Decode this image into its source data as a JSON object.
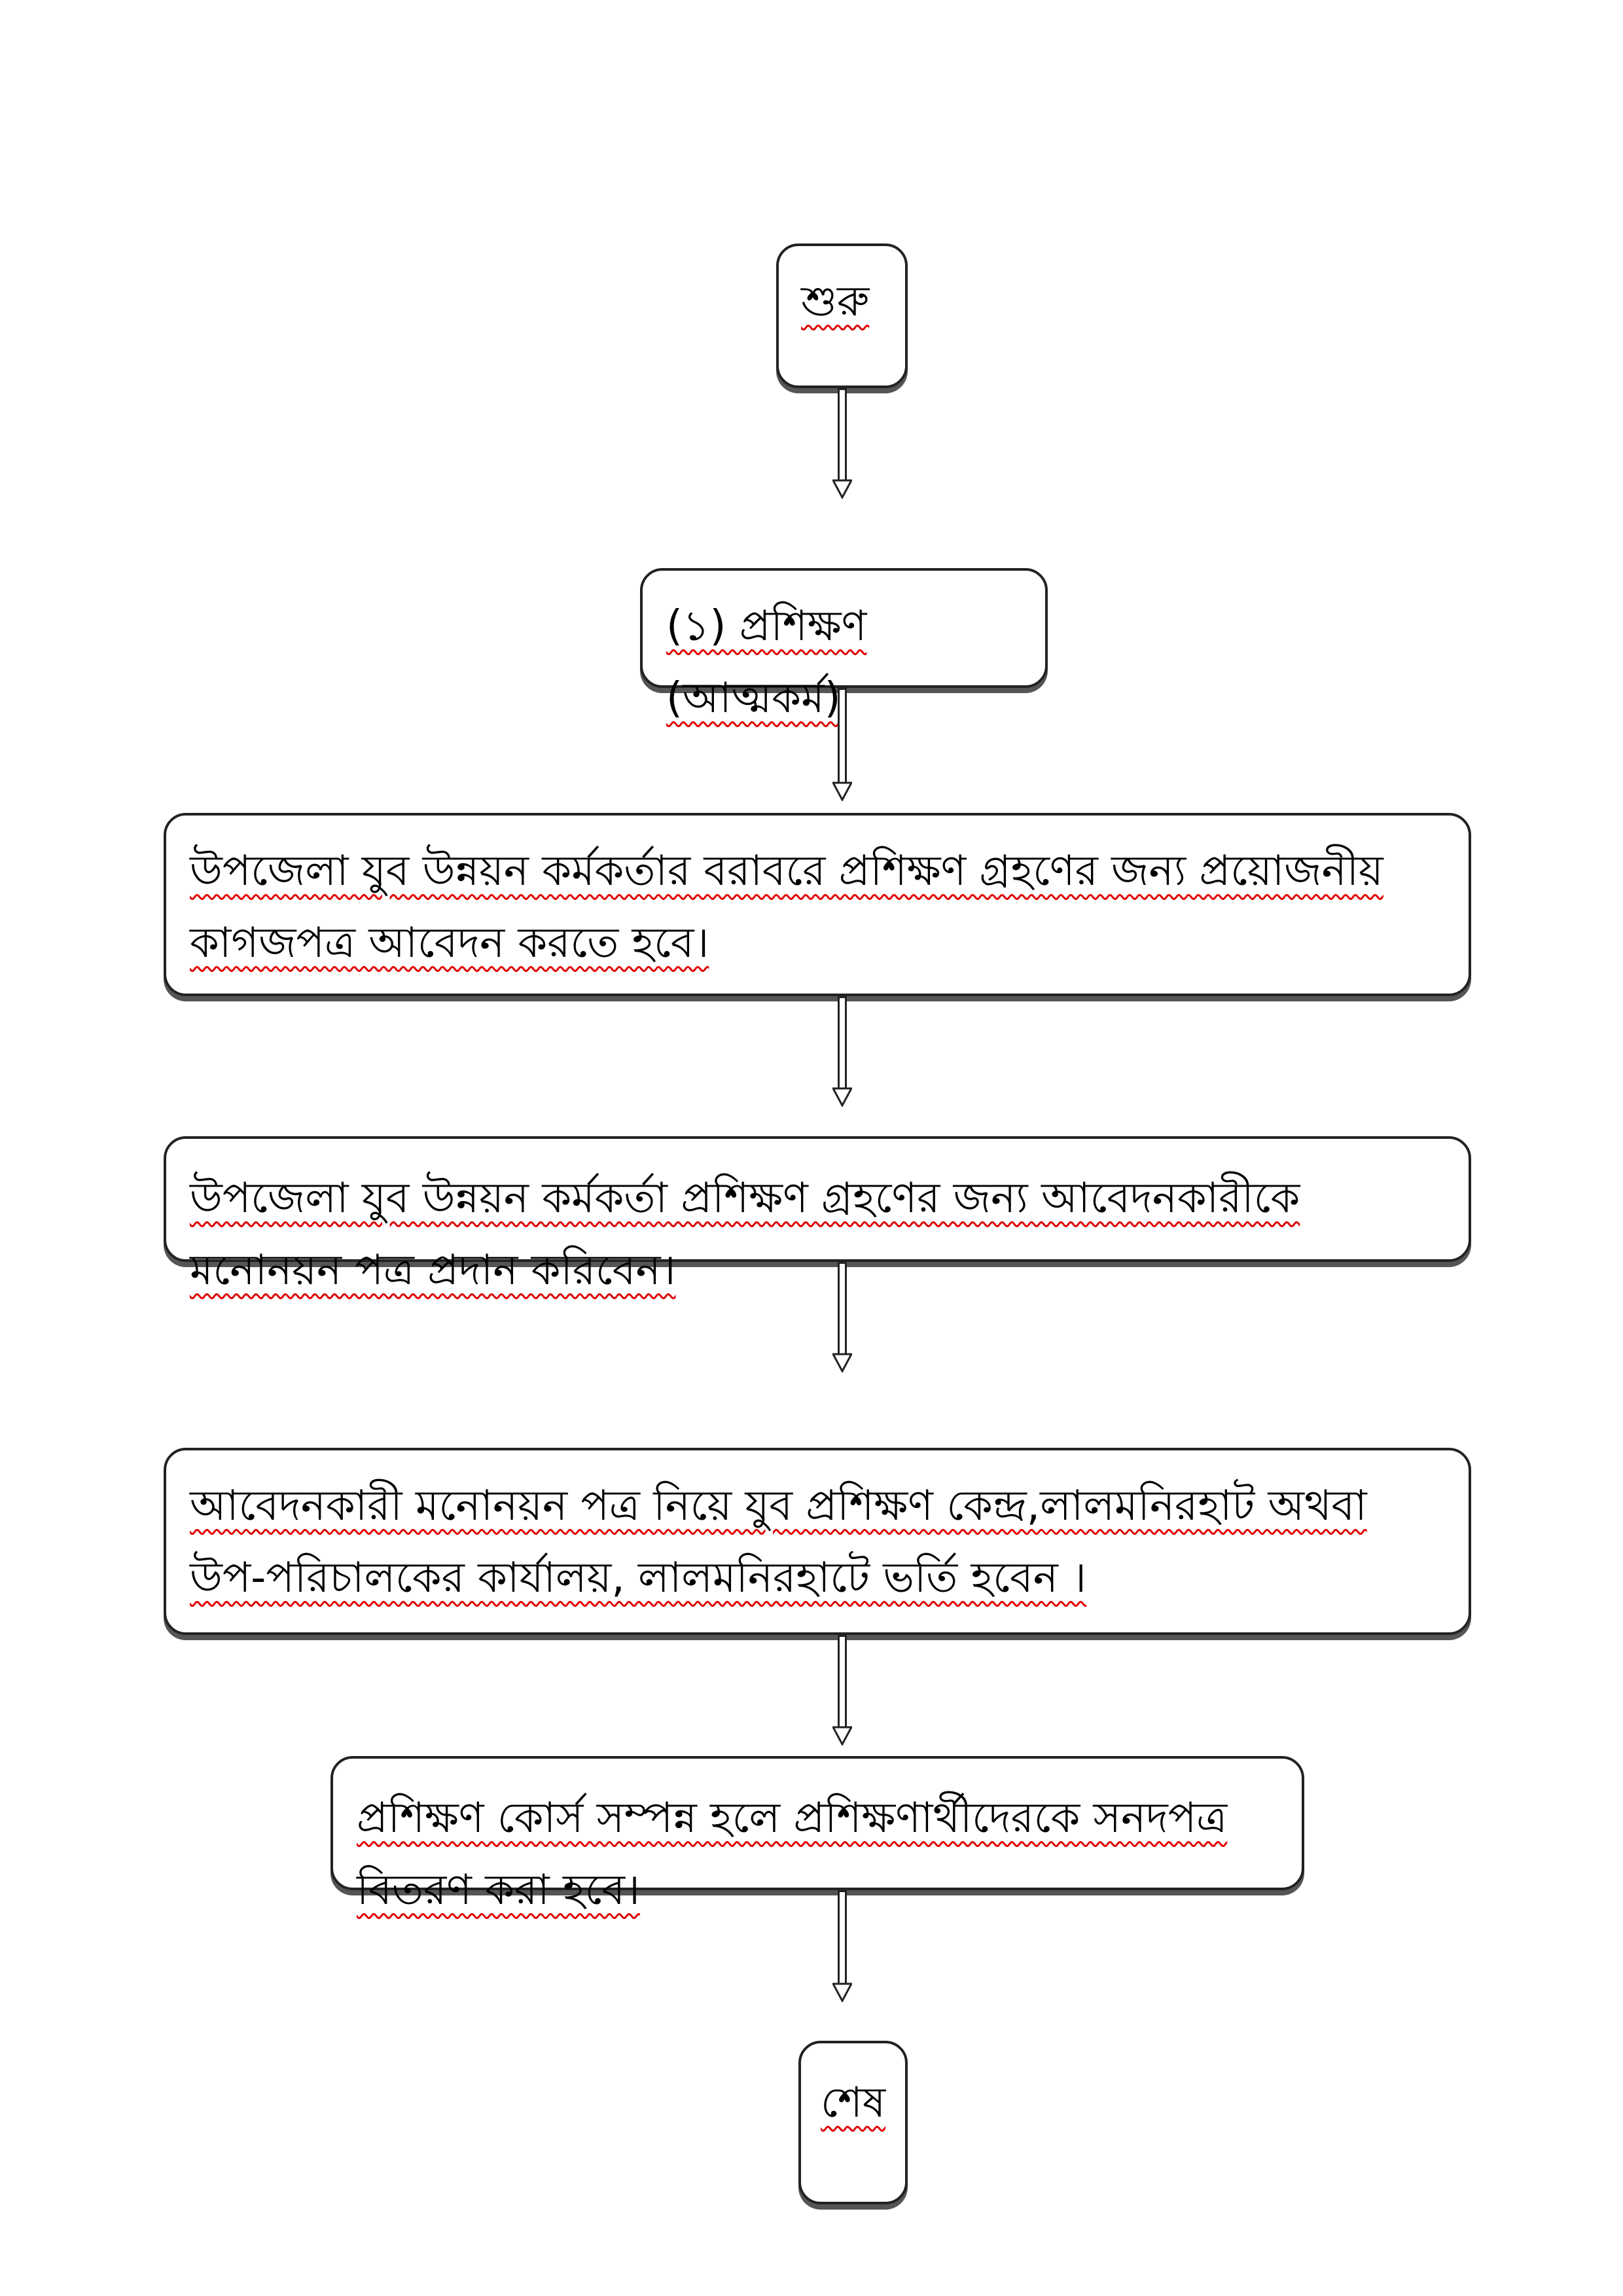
{
  "flowchart": {
    "start": "শুরু",
    "step1": "(১) প্রশিক্ষণ (আত্মকর্ম)",
    "step2": "উপজেলা যুব উন্নয়ন কর্মকর্তার বরাবরে প্রশিক্ষণ গ্রহণের জন্য প্রয়োজনীয় কাগজপত্র আবেদন করতে হবে।",
    "step3": "উপজেলা যুব উন্নয়ন কর্মকর্তা প্রশিক্ষণ গ্রহণের জন্য আবেদনকারীকে মনোনয়ন পত্র প্রদান করিবেন।",
    "step4": "আবেদনকারী মনোনয়ন পত্র নিয়ে যুব প্রশিক্ষণ কেন্দ্র,লালমনিরহাট অথবা উপ-পরিচালকের কার্যালয়, লালমনিরহাটে ভর্তি হবেন ।",
    "step5": "প্রশিক্ষণ কোর্স সম্পন্ন হলে প্রশিক্ষণার্থীদেরকে সনদপত্র বিতরণ করা হবে।",
    "end": "শেষ"
  }
}
